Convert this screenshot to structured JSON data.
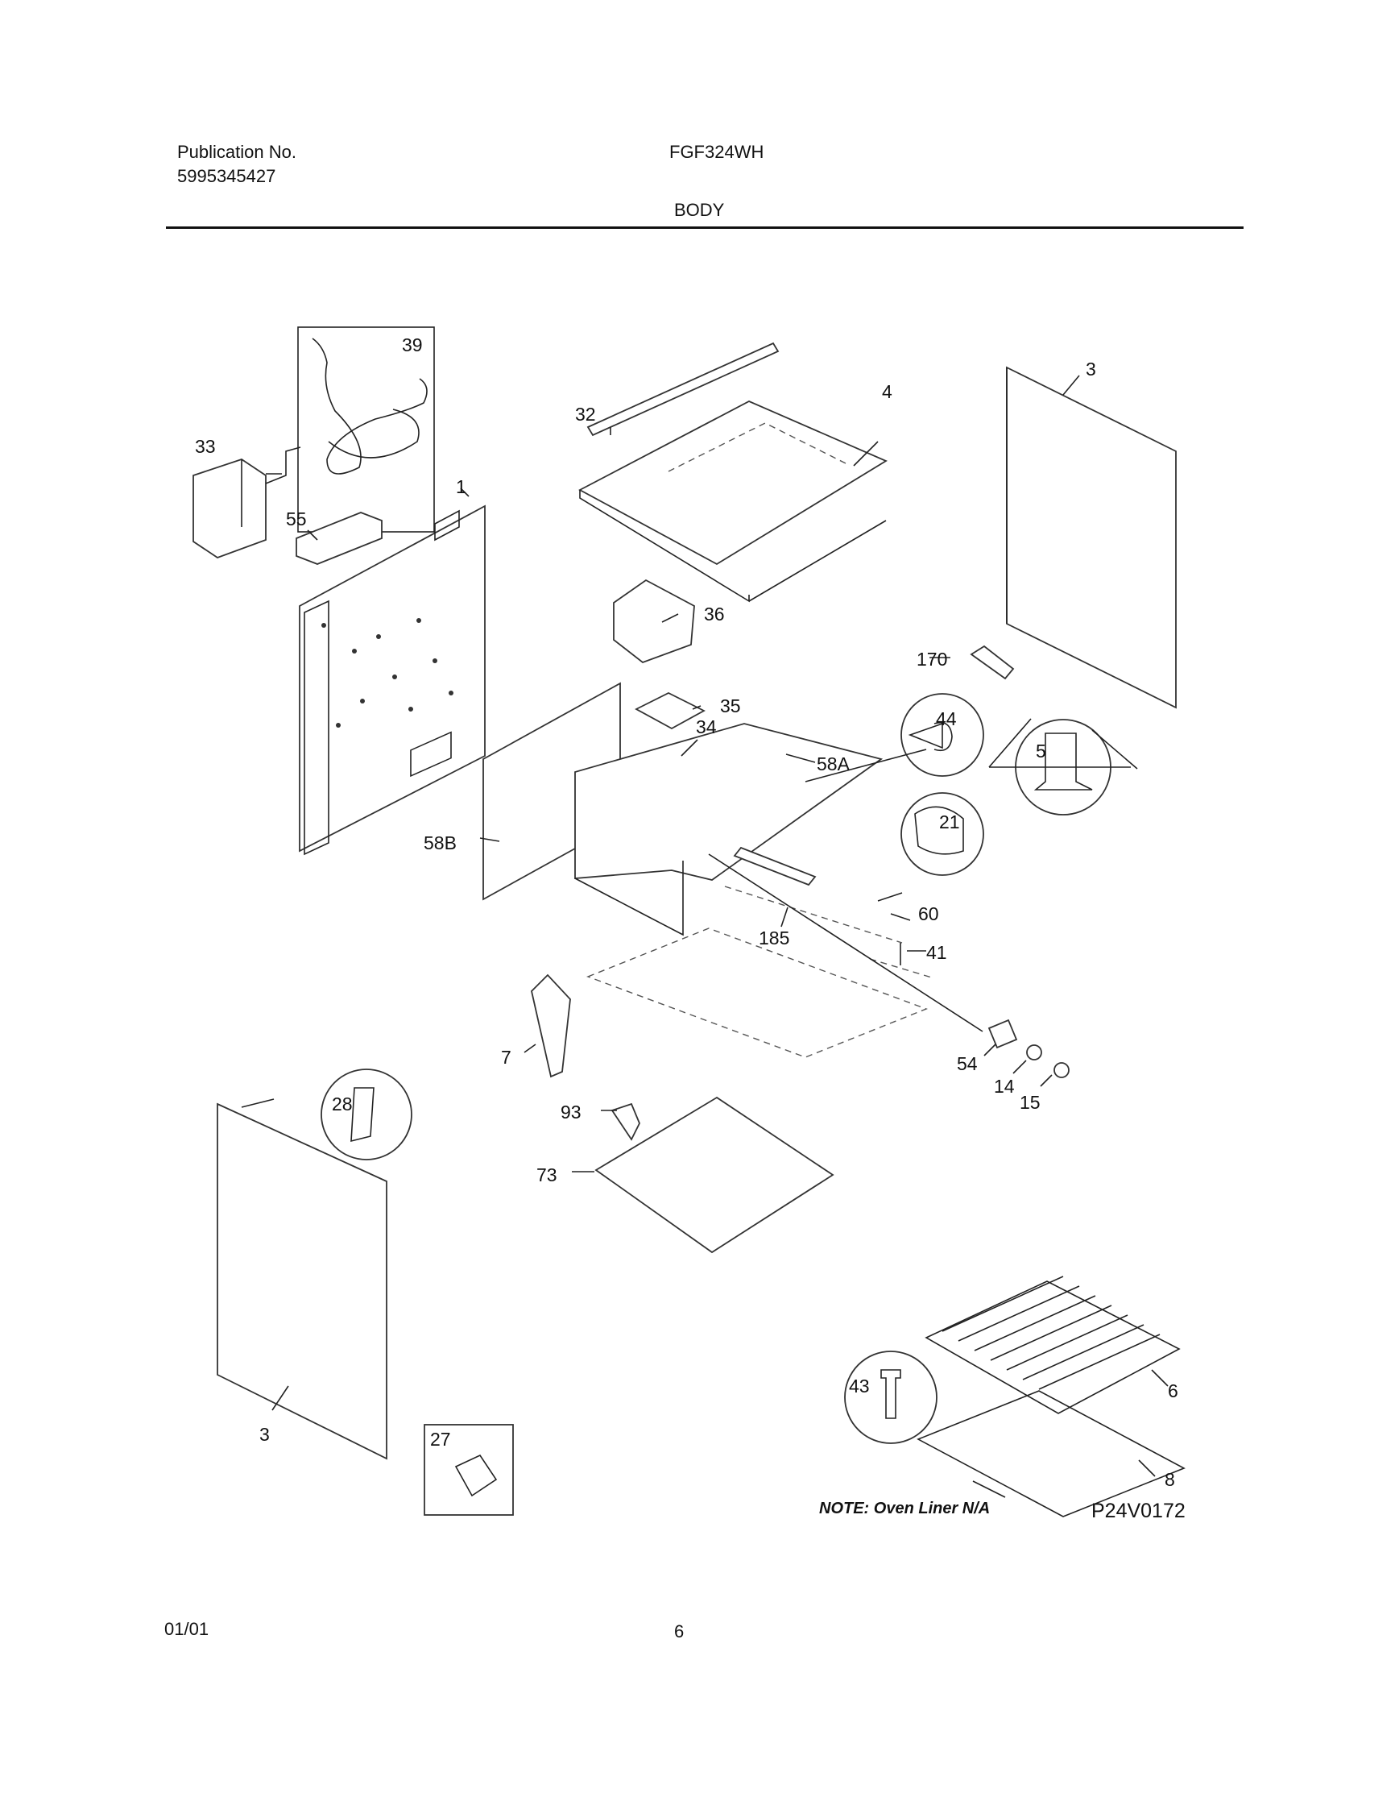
{
  "header": {
    "publication_label": "Publication No.",
    "publication_number": "5995345427",
    "model": "FGF324WH",
    "section": "BODY"
  },
  "parts": {
    "p1": "1",
    "p3a": "3",
    "p3b": "3",
    "p4": "4",
    "p5": "5",
    "p6": "6",
    "p7": "7",
    "p8": "8",
    "p14": "14",
    "p15": "15",
    "p21": "21",
    "p27": "27",
    "p28": "28",
    "p32": "32",
    "p33": "33",
    "p34": "34",
    "p35": "35",
    "p36": "36",
    "p39": "39",
    "p41": "41",
    "p43": "43",
    "p44": "44",
    "p54": "54",
    "p55": "55",
    "p58a": "58A",
    "p58b": "58B",
    "p60": "60",
    "p73": "73",
    "p93": "93",
    "p170": "170",
    "p185": "185"
  },
  "note": "NOTE: Oven Liner N/A",
  "drawing_code": "P24V0172",
  "footer": {
    "date": "01/01",
    "page": "6"
  }
}
